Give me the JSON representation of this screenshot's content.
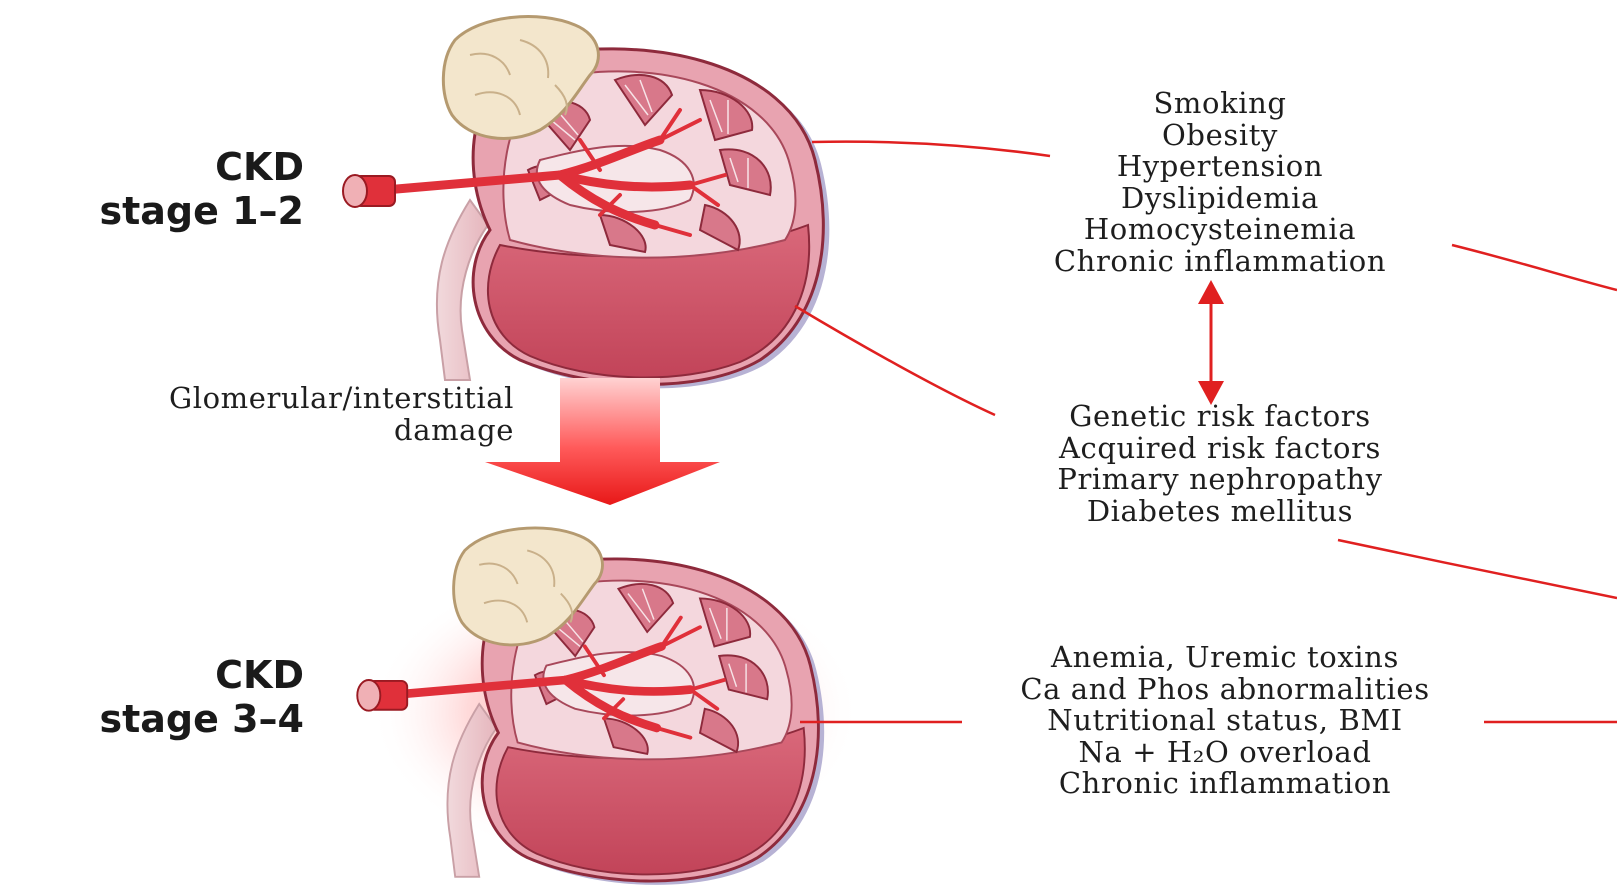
{
  "stages": {
    "early": {
      "line1": "CKD",
      "line2": "stage 1–2"
    },
    "late": {
      "line1": "CKD",
      "line2": "stage 3–4"
    }
  },
  "damage": {
    "line1": "Glomerular/interstitial",
    "line2": "damage"
  },
  "lifestyle_factors": [
    "Smoking",
    "Obesity",
    "Hypertension",
    "Dyslipidemia",
    "Homocysteinemia",
    "Chronic inflammation"
  ],
  "risk_factors": [
    "Genetic risk factors",
    "Acquired risk factors",
    "Primary nephropathy",
    "Diabetes mellitus"
  ],
  "late_factors": [
    "Anemia, Uremic toxins",
    "Ca and Phos abnormalities",
    "Nutritional status, BMI",
    "Na + H₂O overload",
    "Chronic inflammation"
  ],
  "colors": {
    "accent_red": "#e02020",
    "kidney_outer": "#e58a9a",
    "kidney_inner": "#c44a5c",
    "adrenal": "#f3e6cc",
    "vessel": "#e0303a"
  }
}
